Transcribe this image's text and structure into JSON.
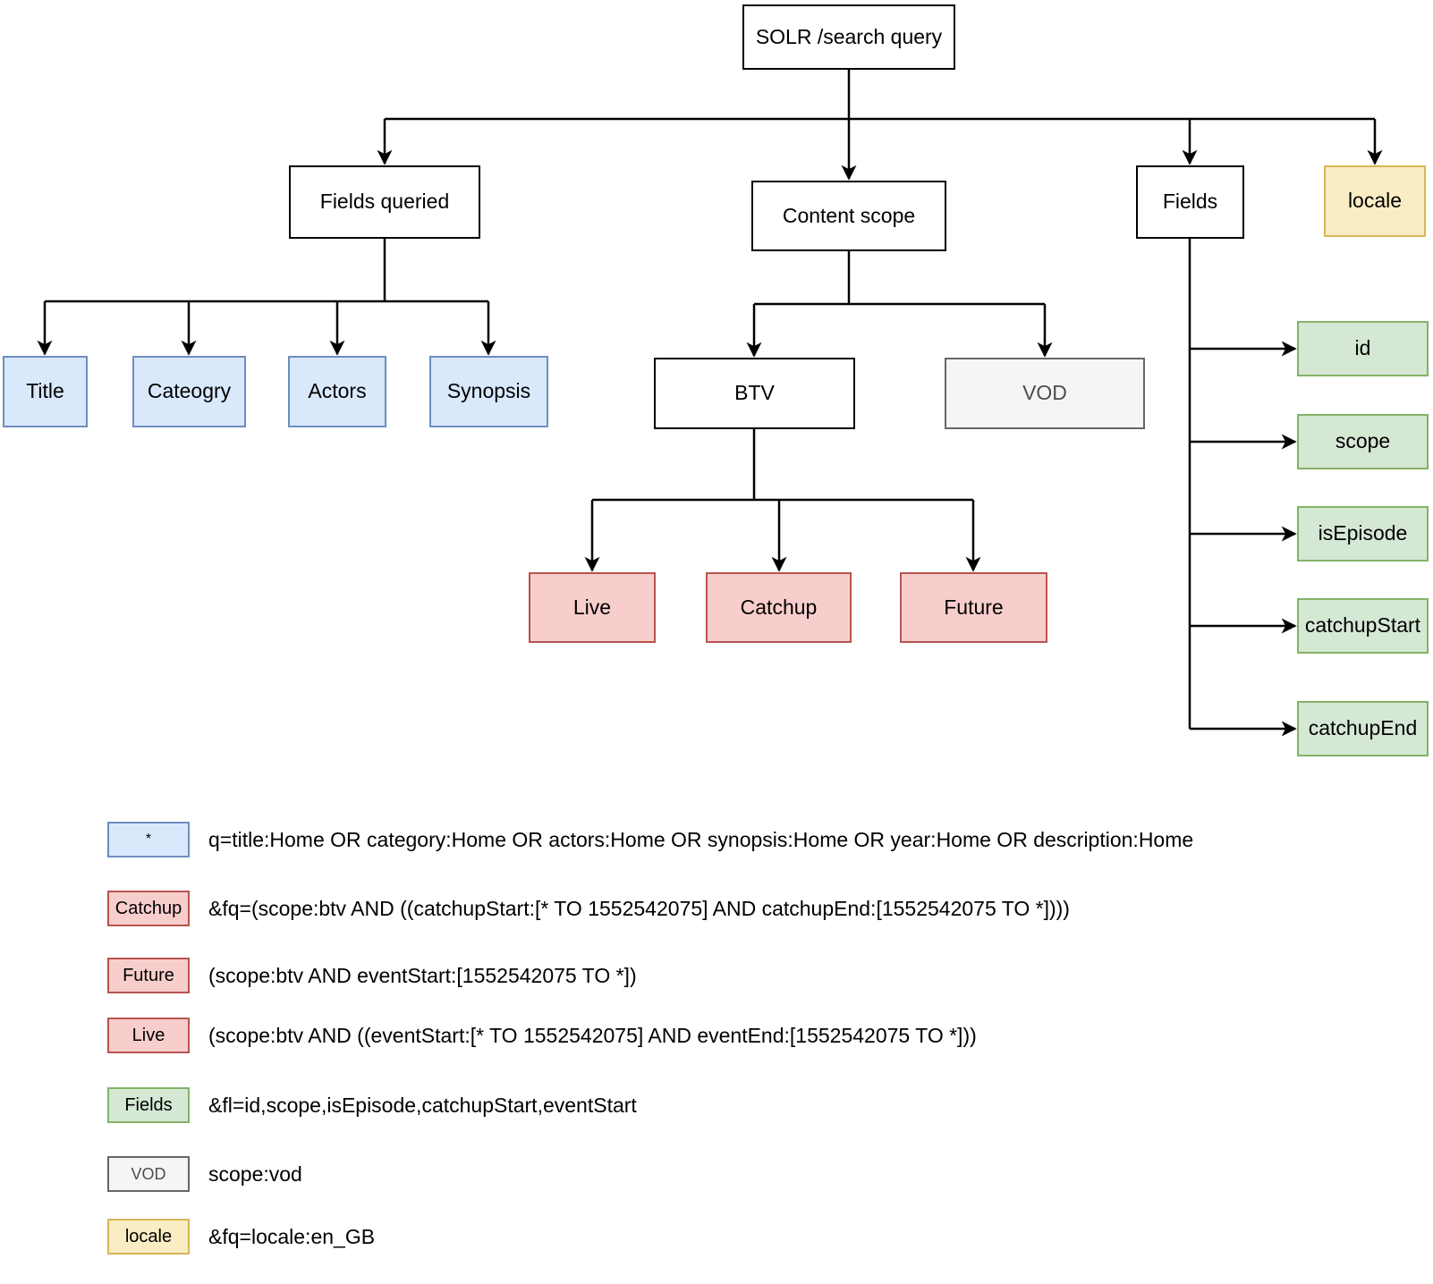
{
  "diagram": {
    "nodes": {
      "solr": "SOLR /search query",
      "fieldsQueried": "Fields queried",
      "contentScope": "Content scope",
      "fields": "Fields",
      "locale": "locale",
      "title": "Title",
      "category": "Cateogry",
      "actors": "Actors",
      "synopsis": "Synopsis",
      "btv": "BTV",
      "vod": "VOD",
      "live": "Live",
      "catchup": "Catchup",
      "future": "Future",
      "id": "id",
      "scope": "scope",
      "isEpisode": "isEpisode",
      "catchupStart": "catchupStart",
      "catchupEnd": "catchupEnd"
    },
    "colors": {
      "blue_fill": "#dae8fc",
      "blue_border": "#6c8ebf",
      "red_fill": "#f8cecc",
      "red_border": "#b85450",
      "green_fill": "#d5e8d4",
      "green_border": "#82b366",
      "gray_fill": "#f5f5f5",
      "gray_border": "#666666",
      "yellow_fill": "#faedc4",
      "yellow_border": "#d6b656",
      "line": "#000000"
    }
  },
  "legend": {
    "rows": [
      {
        "key": "*",
        "style": "blue",
        "text": "q=title:Home OR category:Home OR actors:Home OR synopsis:Home OR year:Home OR description:Home"
      },
      {
        "key": "Catchup",
        "style": "red",
        "text": "&fq=(scope:btv AND ((catchupStart:[* TO 1552542075] AND catchupEnd:[1552542075 TO *])))"
      },
      {
        "key": "Future",
        "style": "red",
        "text": "(scope:btv AND eventStart:[1552542075 TO *])"
      },
      {
        "key": "Live",
        "style": "red",
        "text": "(scope:btv AND ((eventStart:[* TO 1552542075] AND eventEnd:[1552542075 TO *]))"
      },
      {
        "key": "Fields",
        "style": "green",
        "text": "&fl=id,scope,isEpisode,catchupStart,eventStart"
      },
      {
        "key": "VOD",
        "style": "gray",
        "text": "scope:vod"
      },
      {
        "key": "locale",
        "style": "yellow",
        "text": "&fq=locale:en_GB"
      }
    ]
  }
}
